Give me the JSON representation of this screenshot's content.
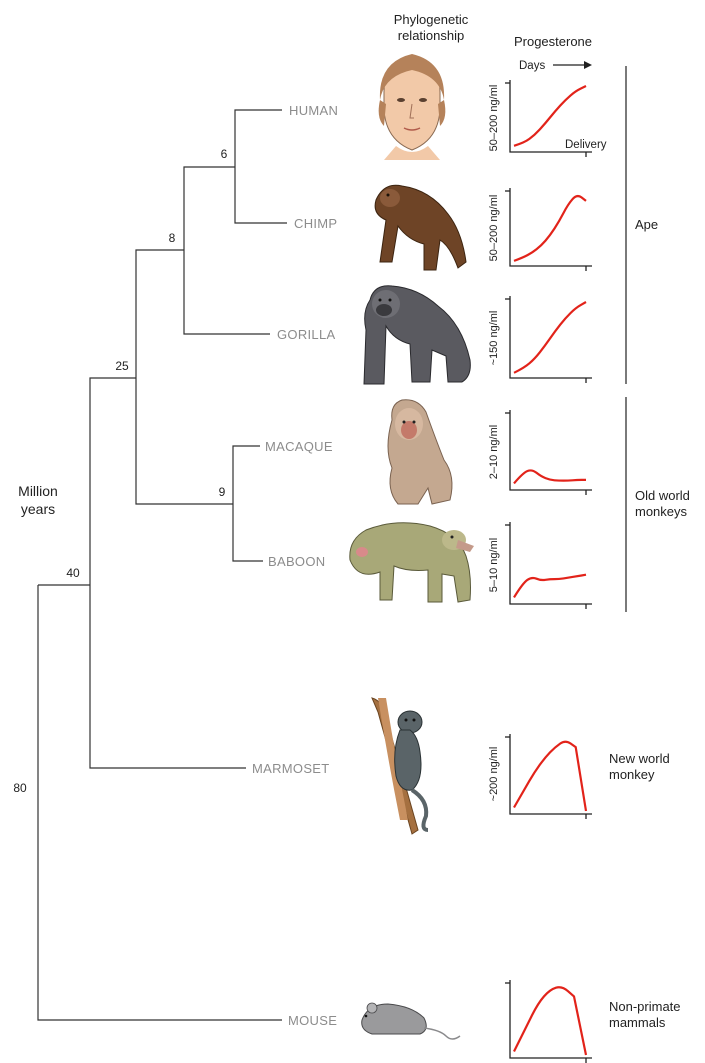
{
  "header": {
    "phylo_line1": "Phylogenetic",
    "phylo_line2": "relationship",
    "progesterone": "Progesterone"
  },
  "axis_text": {
    "days": "Days",
    "delivery": "Delivery",
    "million_line1": "Million",
    "million_line2": "years"
  },
  "nodes": {
    "n6": "6",
    "n8": "8",
    "n25": "25",
    "n9": "9",
    "n40": "40",
    "n80": "80"
  },
  "species": [
    {
      "name": "HUMAN",
      "animal": "human-face",
      "ylabel": "50–200 ng/ml"
    },
    {
      "name": "CHIMP",
      "animal": "chimp",
      "ylabel": "50–200 ng/ml"
    },
    {
      "name": "GORILLA",
      "animal": "gorilla",
      "ylabel": "~150 ng/ml"
    },
    {
      "name": "MACAQUE",
      "animal": "macaque",
      "ylabel": "2–10 ng/ml"
    },
    {
      "name": "BABOON",
      "animal": "baboon",
      "ylabel": "5–10 ng/ml"
    },
    {
      "name": "MARMOSET",
      "animal": "marmoset",
      "ylabel": "~200 ng/ml"
    },
    {
      "name": "MOUSE",
      "animal": "mouse",
      "ylabel": ""
    }
  ],
  "groups": {
    "ape": "Ape",
    "old_world_1": "Old world",
    "old_world_2": "monkeys",
    "new_world_1": "New world",
    "new_world_2": "monkey",
    "non_primate_1": "Non-primate",
    "non_primate_2": "mammals"
  },
  "colors": {
    "curve": "#e2231a",
    "species_label": "#8c8c8c",
    "line": "#333333"
  },
  "chart_data": {
    "type": "line",
    "x_label": "Days",
    "x_end_label": "Delivery",
    "panels": [
      {
        "name": "HUMAN",
        "ylabel": "50–200 ng/ml",
        "shape": "sigmoid-rise",
        "values": [
          0.05,
          0.1,
          0.22,
          0.4,
          0.6,
          0.78,
          0.92,
          1.0
        ]
      },
      {
        "name": "CHIMP",
        "ylabel": "50–200 ng/ml",
        "shape": "rise-with-late-drop",
        "values": [
          0.03,
          0.08,
          0.15,
          0.25,
          0.4,
          0.6,
          0.85,
          1.0,
          0.9
        ]
      },
      {
        "name": "GORILLA",
        "ylabel": "~150 ng/ml",
        "shape": "sigmoid-rise",
        "values": [
          0.03,
          0.1,
          0.22,
          0.4,
          0.6,
          0.78,
          0.92,
          1.0
        ]
      },
      {
        "name": "MACAQUE",
        "ylabel": "2–10 ng/ml",
        "shape": "early-bump-flat",
        "values": [
          0.05,
          0.2,
          0.25,
          0.15,
          0.1,
          0.09,
          0.09,
          0.1,
          0.1
        ]
      },
      {
        "name": "BABOON",
        "ylabel": "5–10 ng/ml",
        "shape": "bump-plateau",
        "values": [
          0.05,
          0.25,
          0.33,
          0.28,
          0.3,
          0.3,
          0.32,
          0.34,
          0.36
        ]
      },
      {
        "name": "MARMOSET",
        "ylabel": "~200 ng/ml",
        "shape": "rise-then-sharp-drop",
        "values": [
          0.05,
          0.3,
          0.55,
          0.75,
          0.9,
          1.0,
          0.9,
          0.0
        ]
      },
      {
        "name": "MOUSE",
        "ylabel": "",
        "shape": "rise-then-sharp-drop",
        "values": [
          0.05,
          0.4,
          0.75,
          0.95,
          1.0,
          0.85,
          0.0
        ]
      }
    ]
  }
}
